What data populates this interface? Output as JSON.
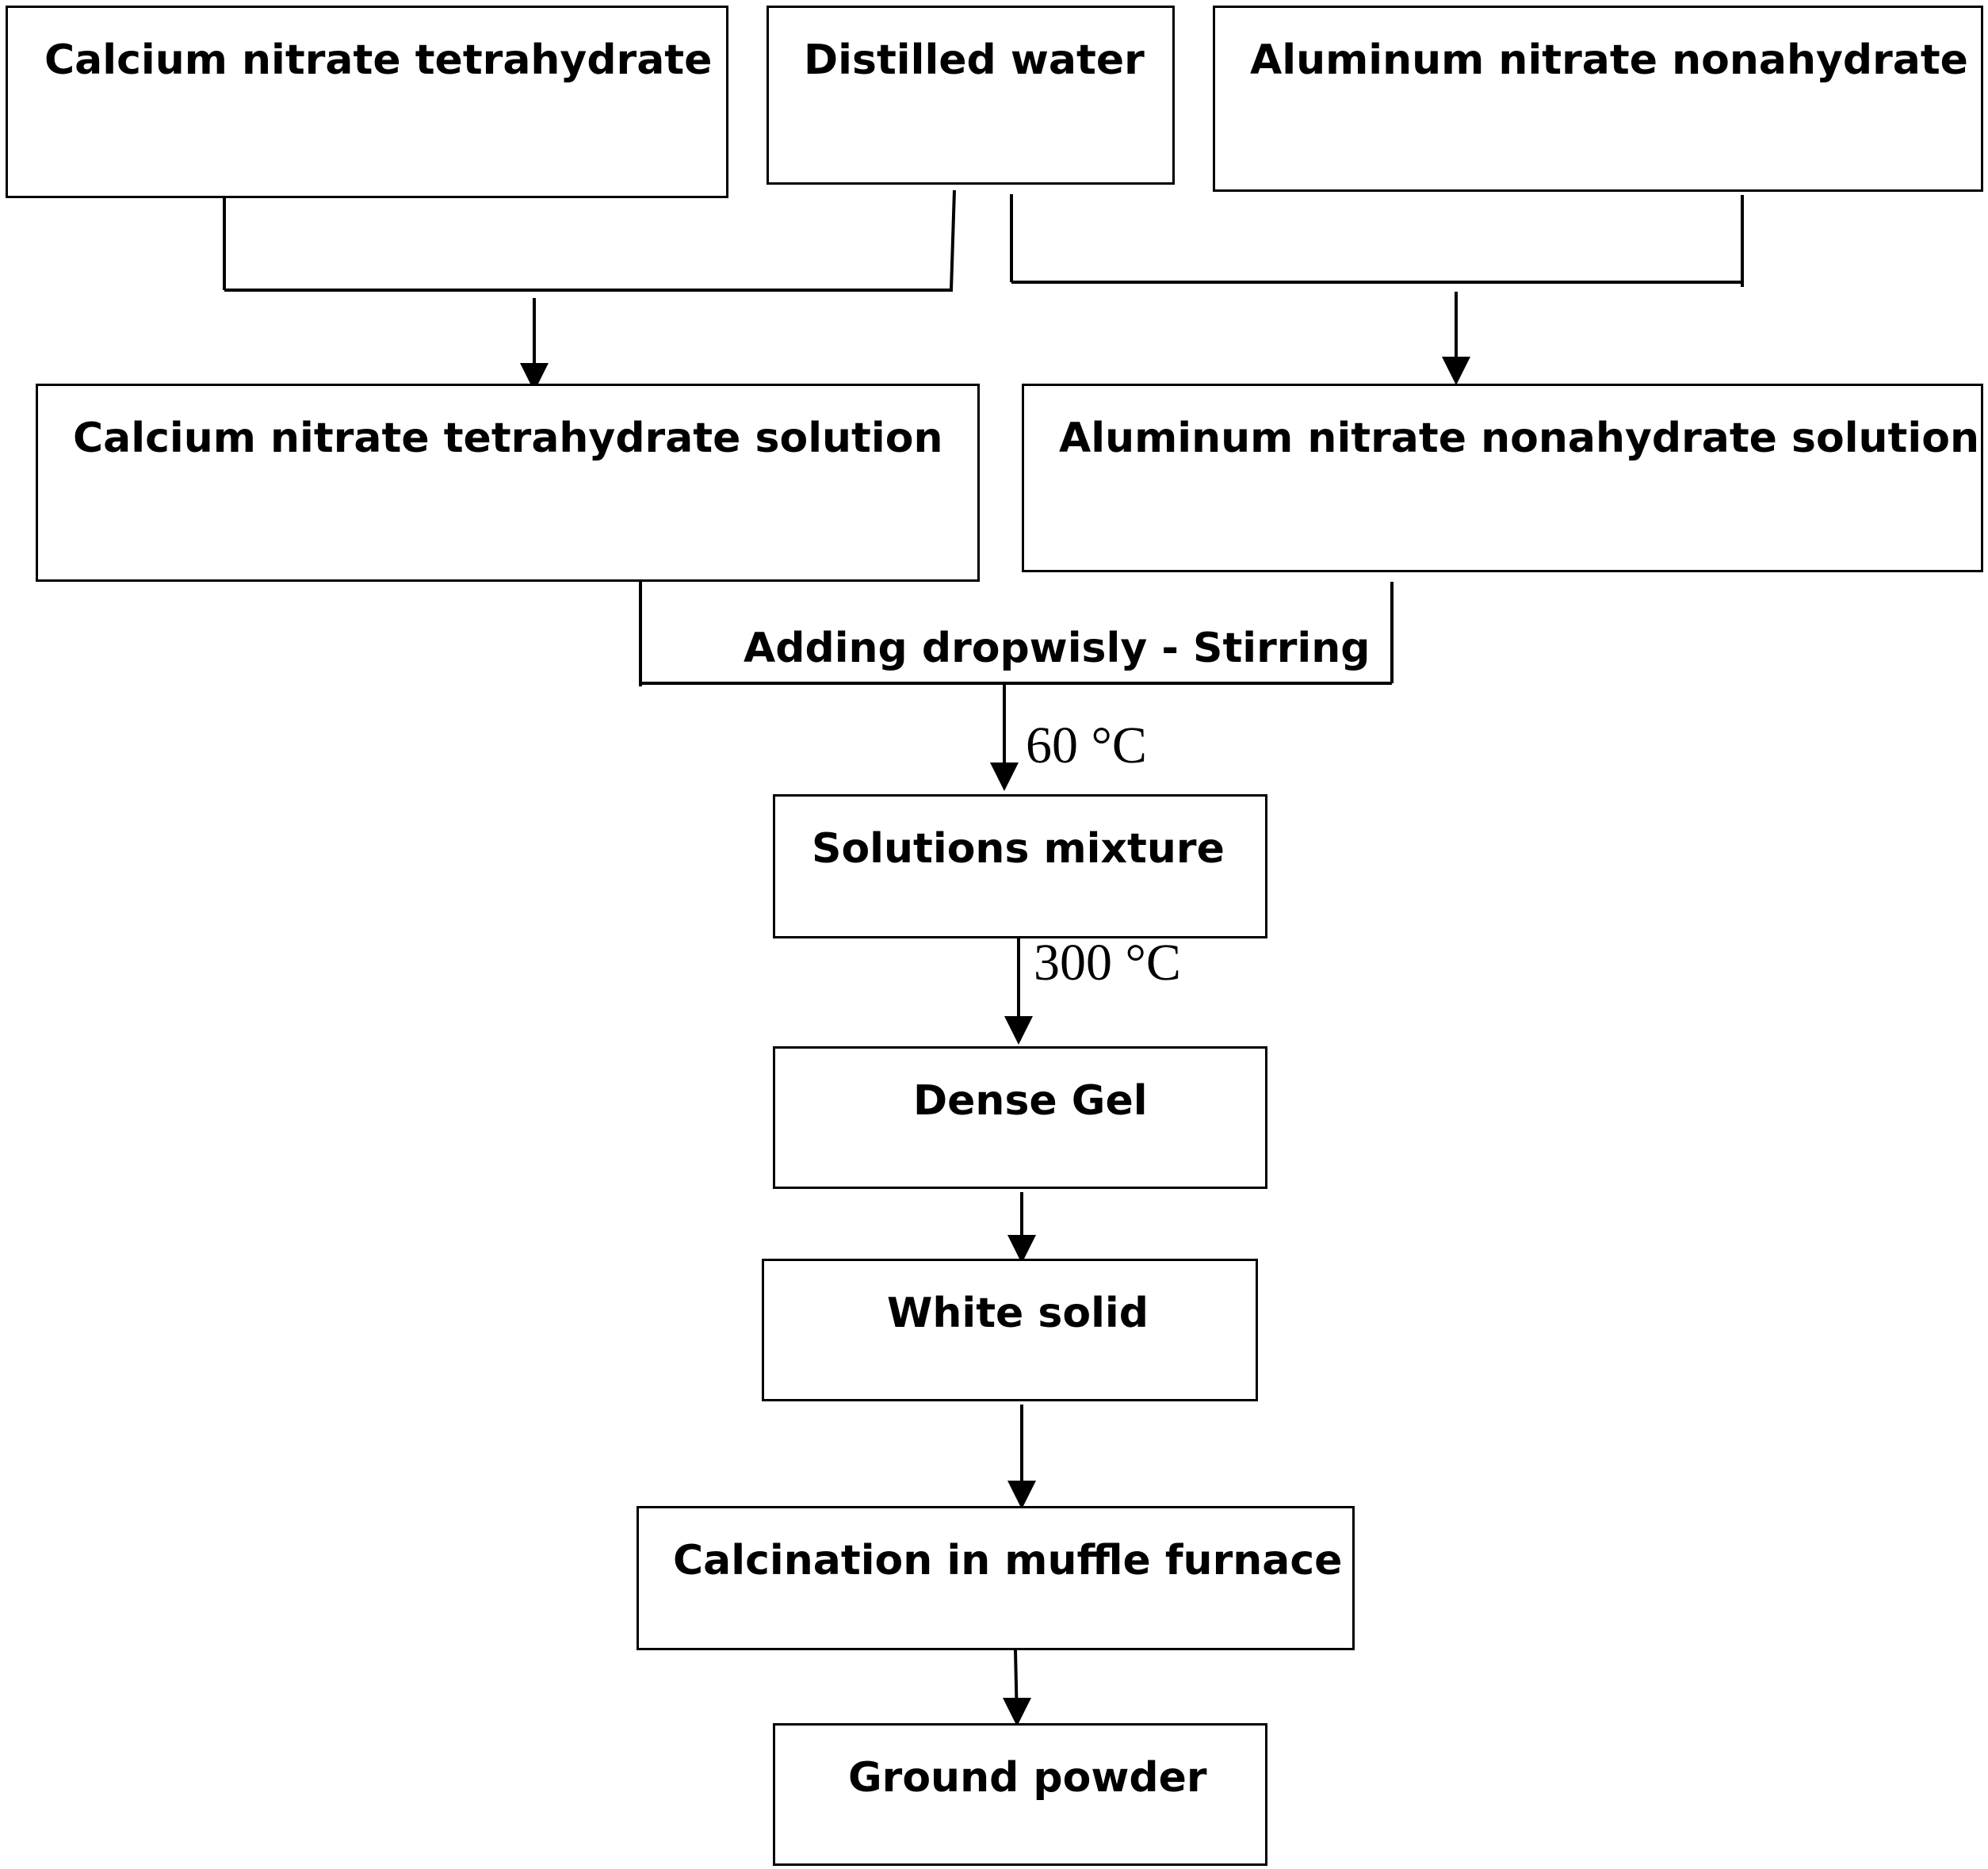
{
  "diagram": {
    "nodes": {
      "calcium_nitrate": "Calcium nitrate tetrahydrate",
      "distilled_water": "Distilled water",
      "aluminum_nitrate": "Aluminum nitrate nonahydrate",
      "calcium_solution": "Calcium nitrate tetrahydrate solution",
      "aluminum_solution": "Aluminum nitrate nonahydrate solution",
      "solutions_mixture": "Solutions mixture",
      "dense_gel": "Dense Gel",
      "white_solid": "White solid",
      "calcination": "Calcination in muffle furnace",
      "ground_powder": "Ground powder"
    },
    "process_label": "Adding dropwisly - Stirring",
    "temperatures": {
      "mixing": "60 °C",
      "gelation": "300 °C"
    },
    "line_color": "#000000"
  }
}
